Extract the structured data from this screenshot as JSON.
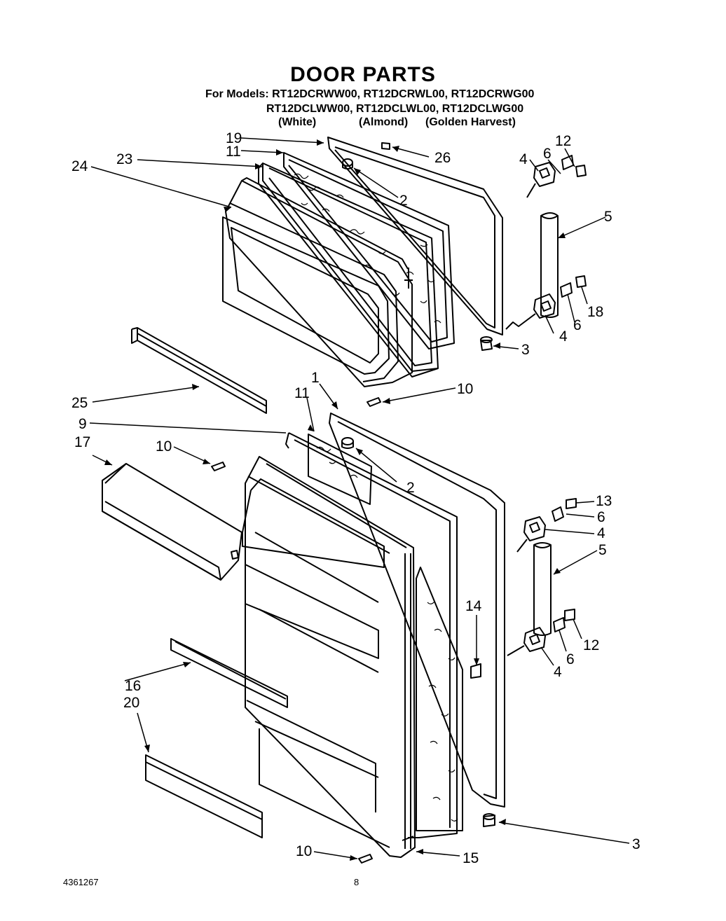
{
  "header": {
    "title": "DOOR PARTS",
    "models_line1": "For Models: RT12DCRWW00, RT12DCRWL00, RT12DCRWG00",
    "models_line2": "RT12DCLWW00, RT12DCLWL00, RT12DCLWG00",
    "color_white": "(White)",
    "color_almond": "(Almond)",
    "color_golden": "(Golden Harvest)"
  },
  "callouts": {
    "c19": "19",
    "c11a": "11",
    "c23": "23",
    "c24": "24",
    "c26": "26",
    "c2a": "2",
    "c4a": "4",
    "c6a": "6",
    "c12a": "12",
    "c5a": "5",
    "c18": "18",
    "c6b": "6",
    "c4b": "4",
    "c3a": "3",
    "c25": "25",
    "c10a": "10",
    "c1": "1",
    "c11b": "11",
    "c9": "9",
    "c17": "17",
    "c10b": "10",
    "c2b": "2",
    "c13": "13",
    "c6c": "6",
    "c4c": "4",
    "c5b": "5",
    "c14": "14",
    "c12b": "12",
    "c6d": "6",
    "c4d": "4",
    "c16": "16",
    "c20": "20",
    "c3b": "3",
    "c10c": "10",
    "c15": "15"
  },
  "footer": {
    "doc_number": "4361267",
    "page_number": "8"
  }
}
